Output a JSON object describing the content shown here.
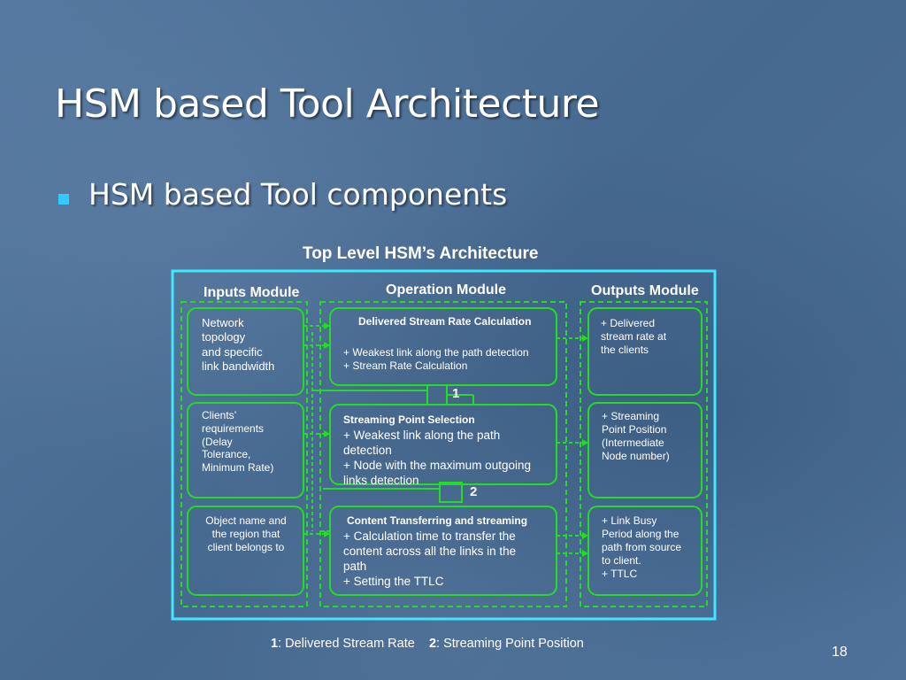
{
  "slide": {
    "title": "HSM based Tool Architecture",
    "bullet": "HSM based Tool components",
    "page_number": "18"
  },
  "diagram": {
    "title": "Top Level HSM’s Architecture",
    "modules": {
      "inputs": "Inputs Module",
      "operation": "Operation Module",
      "outputs": "Outputs Module"
    },
    "inputs": [
      [
        "Network",
        "topology",
        "and specific",
        "link bandwidth"
      ],
      [
        "Clients’",
        "requirements",
        "(Delay",
        "Tolerance,",
        "Minimum Rate)"
      ],
      [
        "Object name and",
        "the region that",
        "client belongs to"
      ]
    ],
    "operations": [
      {
        "header": "Delivered Stream Rate Calculation",
        "lines": [
          "+ Weakest link along the path detection",
          "+ Stream Rate Calculation"
        ]
      },
      {
        "header": "Streaming Point Selection",
        "lines": [
          "+ Weakest link along the path",
          "detection",
          "+ Node with the maximum outgoing",
          "links detection"
        ]
      },
      {
        "header": "Content Transferring and streaming",
        "lines": [
          "+ Calculation time to transfer the",
          "content across all the links in the",
          "path",
          "+ Setting the TTLC"
        ]
      }
    ],
    "outputs": [
      [
        "+ Delivered",
        "stream rate at",
        "the clients"
      ],
      [
        "+ Streaming",
        "Point  Position",
        "(Intermediate",
        "Node number)"
      ],
      [
        "+ Link Busy",
        "Period along the",
        "path from source",
        "to client.",
        "+ TTLC"
      ]
    ],
    "connectors": [
      "1",
      "2"
    ],
    "legend": {
      "n1": "1",
      "t1": ": Delivered Stream Rate",
      "n2": "2",
      "t2": ": Streaming Point Position"
    },
    "colors": {
      "frame": "#3fe7ff",
      "boxes": "#22dd22",
      "text": "#ffffff"
    }
  }
}
